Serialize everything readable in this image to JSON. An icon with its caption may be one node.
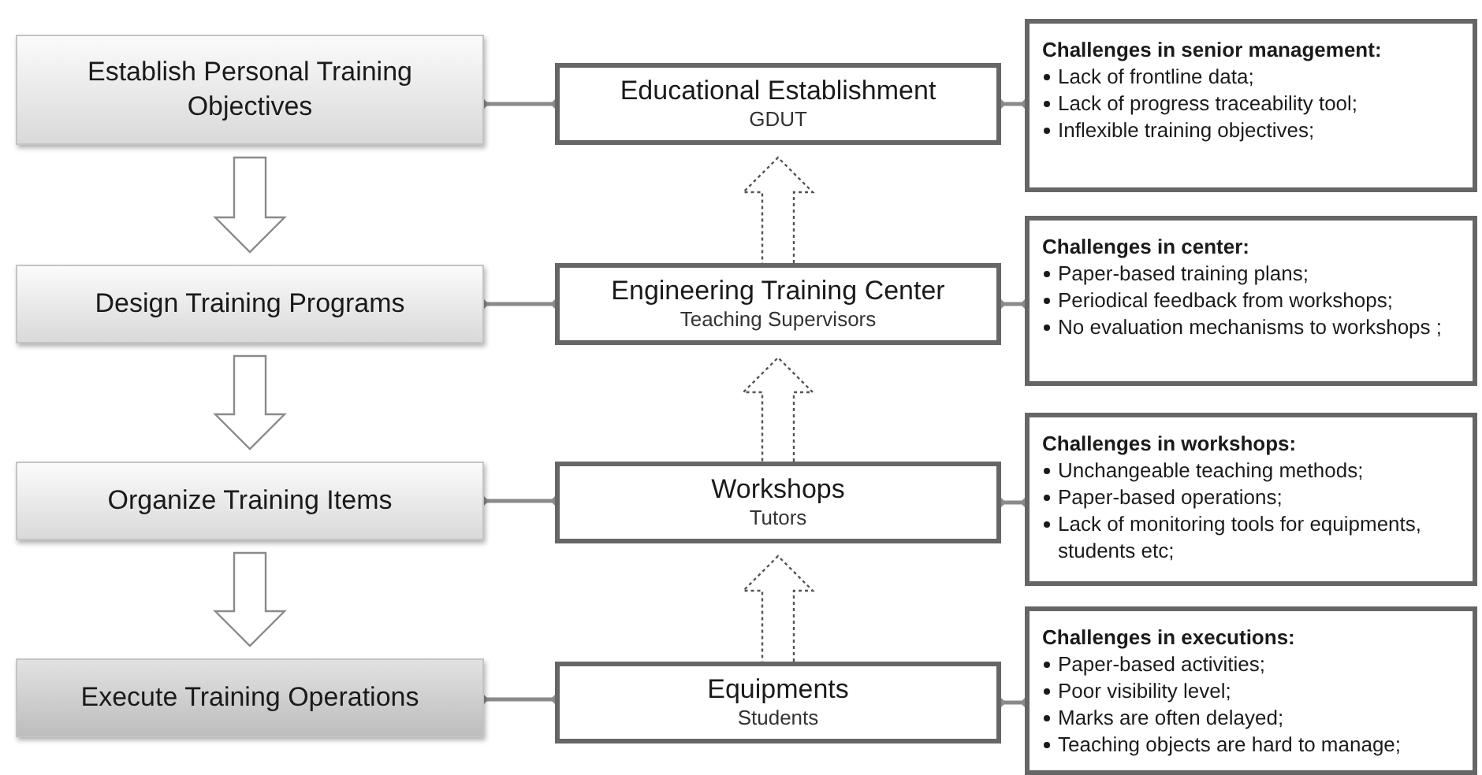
{
  "diagram": {
    "nodes": [
      {
        "text": [
          "Establish Personal Training Objectives"
        ]
      },
      {
        "text": [
          "Design Training Programs"
        ]
      },
      {
        "text": [
          "Organize Training Items"
        ]
      },
      {
        "text": [
          "Execute Training Operations"
        ]
      },
      {
        "text": [
          "Educational Establishment",
          "GDUT"
        ]
      },
      {
        "text": [
          "Engineering Training Center",
          "Teaching Supervisors"
        ]
      },
      {
        "text": [
          "Workshops",
          "Tutors"
        ]
      },
      {
        "text": [
          "Equipments",
          "Students"
        ]
      },
      {
        "text": [
          "Challenges in senior management:",
          "Lack of frontline data;",
          "Lack  of progress traceability tool;",
          "Inflexible training objectives;"
        ]
      },
      {
        "text": [
          "Challenges in center:",
          "Paper-based training plans;",
          "Periodical feedback from workshops;",
          "No evaluation mechanisms to workshops ;"
        ]
      },
      {
        "text": [
          "Challenges in workshops:",
          "Unchangeable teaching methods;",
          "Paper-based operations;",
          "Lack of monitoring tools for equipments, students etc;"
        ]
      },
      {
        "text": [
          "Challenges in executions:",
          "Paper-based activities;",
          "Poor visibility level;",
          "Marks are often delayed;",
          "Teaching objects are hard to manage;"
        ]
      }
    ],
    "edges": [
      {
        "from": 0,
        "to": 1,
        "arrow": "to"
      },
      {
        "from": 1,
        "to": 2,
        "arrow": "to"
      },
      {
        "from": 2,
        "to": 3,
        "arrow": "to"
      },
      {
        "from": 7,
        "to": 6,
        "arrow": "to",
        "style": "dashed"
      },
      {
        "from": 6,
        "to": 5,
        "arrow": "to",
        "style": "dashed"
      },
      {
        "from": 5,
        "to": 4,
        "arrow": "to",
        "style": "dashed"
      },
      {
        "from": 0,
        "to": 4,
        "arrow": "other"
      },
      {
        "from": 1,
        "to": 5,
        "arrow": "other"
      },
      {
        "from": 2,
        "to": 6,
        "arrow": "other"
      },
      {
        "from": 3,
        "to": 7,
        "arrow": "other"
      },
      {
        "from": 4,
        "to": 8,
        "arrow": "other"
      },
      {
        "from": 5,
        "to": 9,
        "arrow": "other"
      },
      {
        "from": 6,
        "to": 10,
        "arrow": "other"
      },
      {
        "from": 7,
        "to": 11,
        "arrow": "other"
      }
    ]
  }
}
